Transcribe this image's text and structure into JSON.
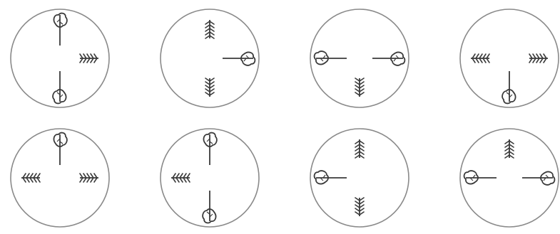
{
  "figure": {
    "rows": [
      {
        "panels": [
          {
            "top": "leaf",
            "right": "fern",
            "bottom": "leaf",
            "left": "none"
          },
          {
            "top": "fern",
            "right": "leaf",
            "bottom": "fern",
            "left": "none"
          },
          {
            "top": "none",
            "right": "leaf",
            "bottom": "fern",
            "left": "leaf"
          },
          {
            "top": "none",
            "right": "fern",
            "bottom": "leaf",
            "left": "fern"
          }
        ]
      },
      {
        "panels": [
          {
            "top": "leaf",
            "right": "fern",
            "bottom": "none",
            "left": "fern"
          },
          {
            "top": "leaf",
            "right": "none",
            "bottom": "leaf",
            "left": "fern"
          },
          {
            "top": "fern",
            "right": "none",
            "bottom": "fern",
            "left": "leaf"
          },
          {
            "top": "fern",
            "right": "leaf",
            "bottom": "none",
            "left": "leaf"
          }
        ]
      }
    ],
    "colors": {
      "ink": "#3a3a3a",
      "circle": "#8a8a8a",
      "background": "#ffffff"
    },
    "icon_names": {
      "leaf": "leaf-icon",
      "fern": "fern-icon"
    }
  }
}
